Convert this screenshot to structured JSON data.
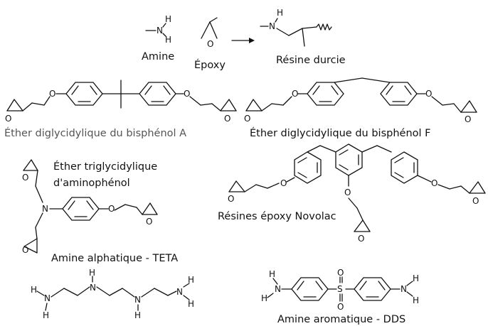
{
  "labels": {
    "amine": "Amine",
    "epoxy": "Époxy",
    "resin": "Résine durcie",
    "bpa": "Éther diglycidylique du bisphénol A",
    "bpf": "Éther diglycidylique du bisphénol F",
    "tgap_1": "Éther triglycidylique",
    "tgap_2": "d'aminophénol",
    "novolac": "Résines époxy Novolac",
    "teta": "Amine alphatique - TETA",
    "dds": "Amine aromatique - DDS"
  },
  "atoms": {
    "N": "N",
    "H": "H",
    "O": "O",
    "S": "S"
  },
  "colors": {
    "ink": "#111111",
    "muted_label": "#555555",
    "background": "#ffffff"
  }
}
